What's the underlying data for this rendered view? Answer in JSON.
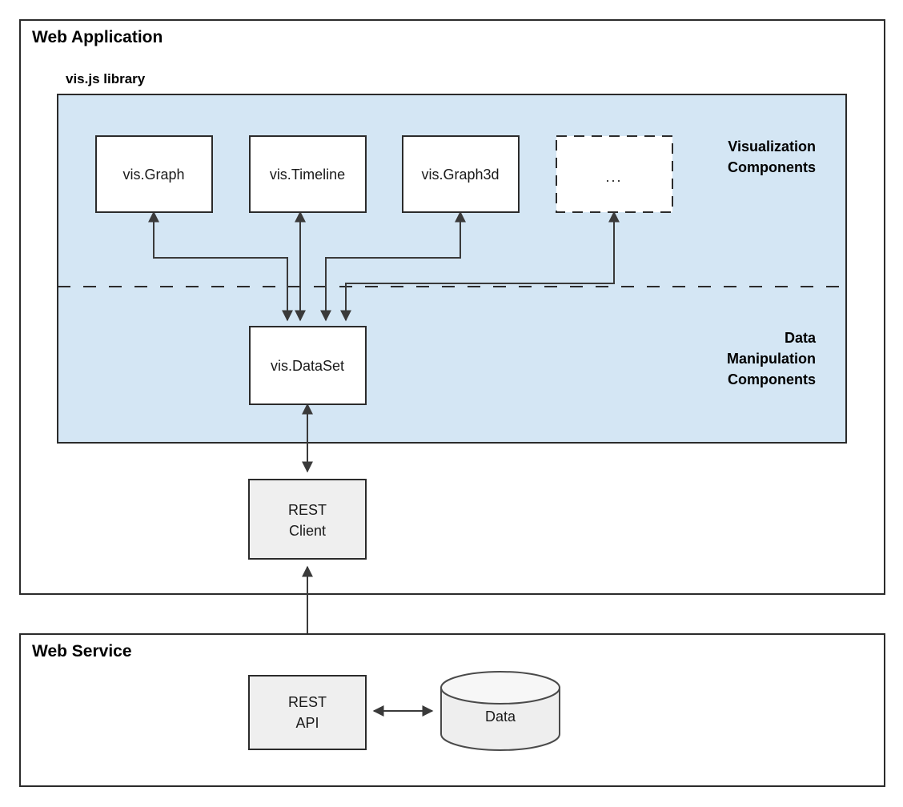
{
  "containers": {
    "web_application": {
      "title": "Web Application"
    },
    "web_service": {
      "title": "Web Service"
    }
  },
  "library": {
    "title": "vis.js library",
    "panel_color": "#d4e6f4",
    "group_labels": {
      "visualization": {
        "line1": "Visualization",
        "line2": "Components"
      },
      "data_manipulation": {
        "line1": "Data",
        "line2": "Manipulation",
        "line3": "Components"
      }
    }
  },
  "nodes": {
    "vis_graph": {
      "label": "vis.Graph"
    },
    "vis_timeline": {
      "label": "vis.Timeline"
    },
    "vis_graph3d": {
      "label": "vis.Graph3d"
    },
    "more_components": {
      "label": "..."
    },
    "vis_dataset": {
      "label": "vis.DataSet"
    },
    "rest_client": {
      "line1": "REST",
      "line2": "Client"
    },
    "rest_api": {
      "line1": "REST",
      "line2": "API"
    },
    "database": {
      "label": "Data"
    }
  }
}
